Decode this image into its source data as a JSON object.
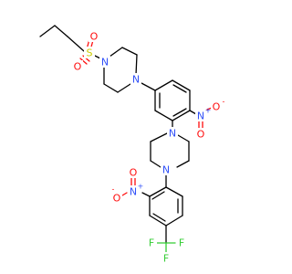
{
  "atoms": {
    "s_sulfonyl": {
      "symbol": "S",
      "color": "#cccc00"
    },
    "o_sulfonyl_1": {
      "symbol": "O",
      "color": "#ff0d0d"
    },
    "o_sulfonyl_2": {
      "symbol": "O",
      "color": "#ff0d0d"
    },
    "n_pip1_top": {
      "symbol": "N",
      "color": "#3050f8"
    },
    "n_pip1_bottom": {
      "symbol": "N",
      "color": "#3050f8"
    },
    "n_nitro_1": {
      "symbol": "N",
      "color": "#3050f8"
    },
    "n_nitro_1_charge": {
      "symbol": "+",
      "color": "#3050f8"
    },
    "o_nitro_1_single": {
      "symbol": "O",
      "color": "#ff0d0d"
    },
    "o_nitro_1_single_charge": {
      "symbol": "-",
      "color": "#ff0d0d"
    },
    "o_nitro_1_double": {
      "symbol": "O",
      "color": "#ff0d0d"
    },
    "n_pip2_top": {
      "symbol": "N",
      "color": "#3050f8"
    },
    "n_pip2_bottom": {
      "symbol": "N",
      "color": "#3050f8"
    },
    "n_nitro_2": {
      "symbol": "N",
      "color": "#3050f8"
    },
    "n_nitro_2_charge": {
      "symbol": "+",
      "color": "#3050f8"
    },
    "o_nitro_2_single": {
      "symbol": "O",
      "color": "#ff0d0d"
    },
    "o_nitro_2_single_charge": {
      "symbol": "-",
      "color": "#ff0d0d"
    },
    "o_nitro_2_double": {
      "symbol": "O",
      "color": "#ff0d0d"
    },
    "f_1": {
      "symbol": "F",
      "color": "#33cc33"
    },
    "f_2": {
      "symbol": "F",
      "color": "#33cc33"
    },
    "f_3": {
      "symbol": "F",
      "color": "#33cc33"
    }
  }
}
